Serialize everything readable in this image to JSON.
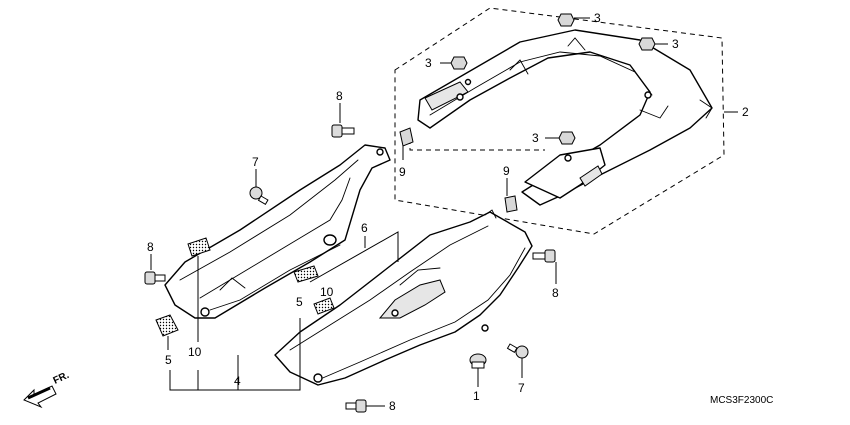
{
  "diagram_code": "MCS3F2300C",
  "direction": {
    "label": "FR."
  },
  "callouts": {
    "c1": "1",
    "c2": "2",
    "c3a": "3",
    "c3b": "3",
    "c3c": "3",
    "c3d": "3",
    "c4": "4",
    "c5a": "5",
    "c5b": "5",
    "c6": "6",
    "c7a": "7",
    "c7b": "7",
    "c8a": "8",
    "c8b": "8",
    "c8c": "8",
    "c8d": "8",
    "c9a": "9",
    "c9b": "9",
    "c10a": "10",
    "c10b": "10"
  }
}
